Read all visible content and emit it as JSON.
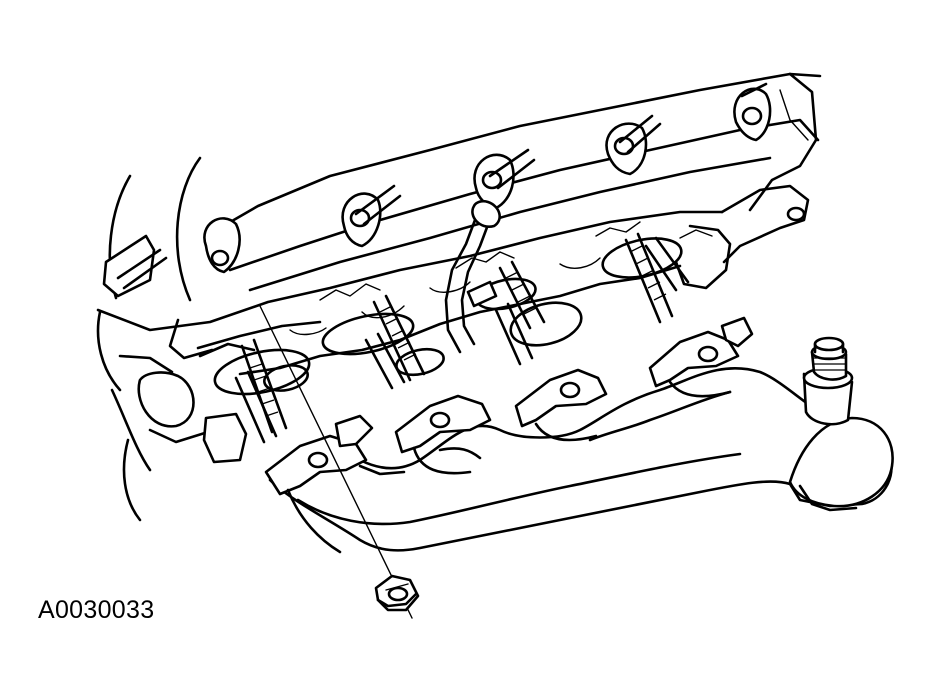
{
  "figure": {
    "code": "A0030033",
    "components": [
      "cylinder-head",
      "exhaust-studs",
      "spark-plug-wells",
      "exhaust-manifold",
      "exhaust-gasket",
      "manifold-nut",
      "egr-tube"
    ],
    "colors": {
      "line": "#000000",
      "background": "#ffffff"
    }
  }
}
